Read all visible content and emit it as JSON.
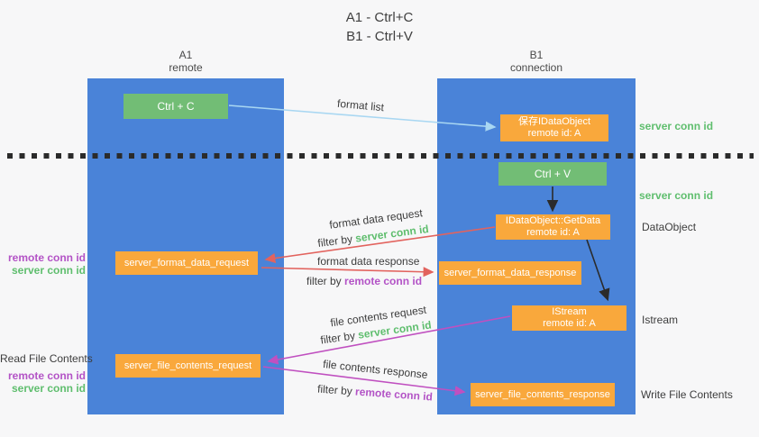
{
  "title": {
    "line1": "A1 - Ctrl+C",
    "line2": "B1 - Ctrl+V"
  },
  "columns": {
    "left": {
      "name": "A1",
      "role": "remote"
    },
    "right": {
      "name": "B1",
      "role": "connection"
    }
  },
  "nodes": {
    "ctrl_c": {
      "label": "Ctrl + C"
    },
    "save_idataobject": {
      "line1": "保存IDataObject",
      "line2": "remote id: A"
    },
    "ctrl_v": {
      "label": "Ctrl + V"
    },
    "getdata": {
      "line1": "IDataObject::GetData",
      "line2": "remote id: A"
    },
    "format_request": {
      "label": "server_format_data_request"
    },
    "format_response": {
      "label": "server_format_data_response"
    },
    "istream": {
      "line1": "IStream",
      "line2": "remote id: A"
    },
    "file_request": {
      "label": "server_file_contents_request"
    },
    "file_response": {
      "label": "server_file_contents_response"
    }
  },
  "arrow_labels": {
    "format_list": "format list",
    "format_data_request": "format data request",
    "format_data_response": "format data response",
    "file_contents_request": "file contents request",
    "file_contents_response": "file contents response",
    "filter_by": "filter by"
  },
  "side_labels": {
    "server_conn_id": "server conn id",
    "remote_conn_id": "remote conn id",
    "dataobject": "DataObject",
    "istream": "Istream",
    "read_file_contents": "Read File Contents",
    "write_file_contents": "Write File Contents"
  },
  "colors": {
    "column_blue": "#4a83d8",
    "node_orange": "#f9a83c",
    "node_green": "#72bd75",
    "arrow_lightblue": "#a9d7f2",
    "arrow_red": "#e2635e",
    "arrow_magenta": "#c050c0",
    "arrow_black": "#2b2b2b",
    "text_green": "#5fbe6e",
    "text_purple": "#b353c6",
    "background": "#f7f7f8"
  }
}
